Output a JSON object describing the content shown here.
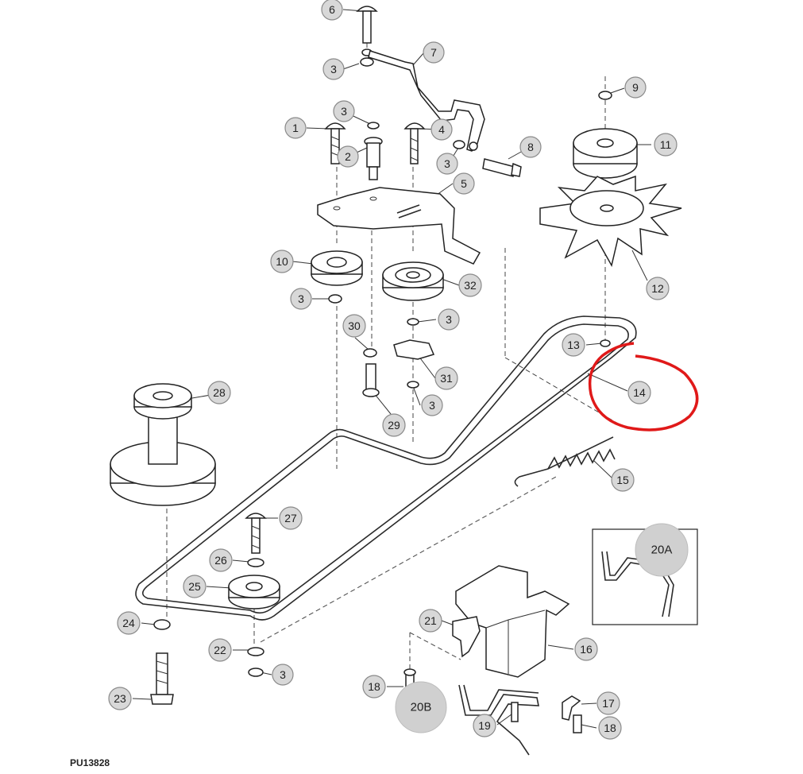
{
  "diagram": {
    "code_label": "PU13828",
    "callouts": [
      "1",
      "2",
      "3",
      "4",
      "5",
      "6",
      "7",
      "8",
      "9",
      "10",
      "11",
      "12",
      "13",
      "14",
      "15",
      "16",
      "17",
      "18",
      "19",
      "20A",
      "20B",
      "21",
      "22",
      "23",
      "24",
      "25",
      "26",
      "27",
      "28",
      "29",
      "30",
      "31",
      "32"
    ],
    "highlight_color": "#e01919"
  }
}
